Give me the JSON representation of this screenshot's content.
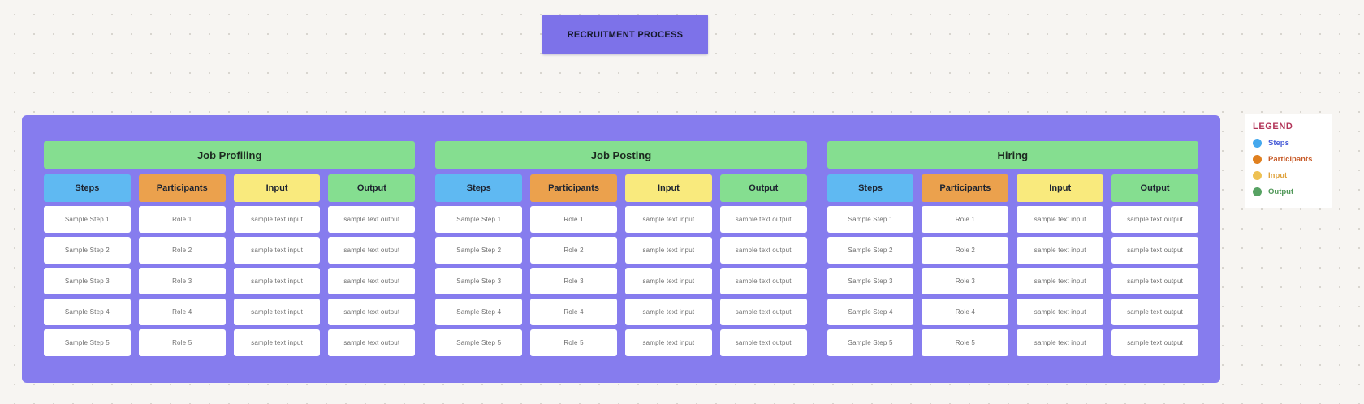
{
  "title": "RECRUITMENT PROCESS",
  "colors": {
    "title_box": "#7d72e9",
    "board": "#867cee",
    "section_header": "#85de90",
    "cell_background": "#ffffff"
  },
  "board": {
    "columns": [
      {
        "key": "steps",
        "label": "Steps",
        "color": "#5fb9f2"
      },
      {
        "key": "participants",
        "label": "Participants",
        "color": "#eba14d"
      },
      {
        "key": "input",
        "label": "Input",
        "color": "#f9ea7d"
      },
      {
        "key": "output",
        "label": "Output",
        "color": "#85de90"
      }
    ],
    "sections": [
      {
        "title": "Job Profiling",
        "rows": [
          {
            "steps": "Sample Step 1",
            "participants": "Role 1",
            "input": "sample text input",
            "output": "sample text output"
          },
          {
            "steps": "Sample Step 2",
            "participants": "Role 2",
            "input": "sample text input",
            "output": "sample text output"
          },
          {
            "steps": "Sample Step 3",
            "participants": "Role 3",
            "input": "sample text input",
            "output": "sample text output"
          },
          {
            "steps": "Sample Step 4",
            "participants": "Role 4",
            "input": "sample text input",
            "output": "sample text output"
          },
          {
            "steps": "Sample Step 5",
            "participants": "Role 5",
            "input": "sample text input",
            "output": "sample text output"
          }
        ]
      },
      {
        "title": "Job Posting",
        "rows": [
          {
            "steps": "Sample Step 1",
            "participants": "Role 1",
            "input": "sample text input",
            "output": "sample text output"
          },
          {
            "steps": "Sample Step 2",
            "participants": "Role 2",
            "input": "sample text input",
            "output": "sample text output"
          },
          {
            "steps": "Sample Step 3",
            "participants": "Role 3",
            "input": "sample text input",
            "output": "sample text output"
          },
          {
            "steps": "Sample Step 4",
            "participants": "Role 4",
            "input": "sample text input",
            "output": "sample text output"
          },
          {
            "steps": "Sample Step 5",
            "participants": "Role 5",
            "input": "sample text input",
            "output": "sample text output"
          }
        ]
      },
      {
        "title": "Hiring",
        "rows": [
          {
            "steps": "Sample Step 1",
            "participants": "Role 1",
            "input": "sample text input",
            "output": "sample text output"
          },
          {
            "steps": "Sample Step 2",
            "participants": "Role 2",
            "input": "sample text input",
            "output": "sample text output"
          },
          {
            "steps": "Sample Step 3",
            "participants": "Role 3",
            "input": "sample text input",
            "output": "sample text output"
          },
          {
            "steps": "Sample Step 4",
            "participants": "Role 4",
            "input": "sample text input",
            "output": "sample text output"
          },
          {
            "steps": "Sample Step 5",
            "participants": "Role 5",
            "input": "sample text input",
            "output": "sample text output"
          }
        ]
      }
    ]
  },
  "legend": {
    "title": "LEGEND",
    "title_color": "#b23458",
    "items": [
      {
        "label": "Steps",
        "dot_color": "#44a8ed",
        "text_color": "#4b5fd8"
      },
      {
        "label": "Participants",
        "dot_color": "#e0801f",
        "text_color": "#c75b28"
      },
      {
        "label": "Input",
        "dot_color": "#eec153",
        "text_color": "#dfa23c"
      },
      {
        "label": "Output",
        "dot_color": "#57a263",
        "text_color": "#4f9757"
      }
    ]
  }
}
